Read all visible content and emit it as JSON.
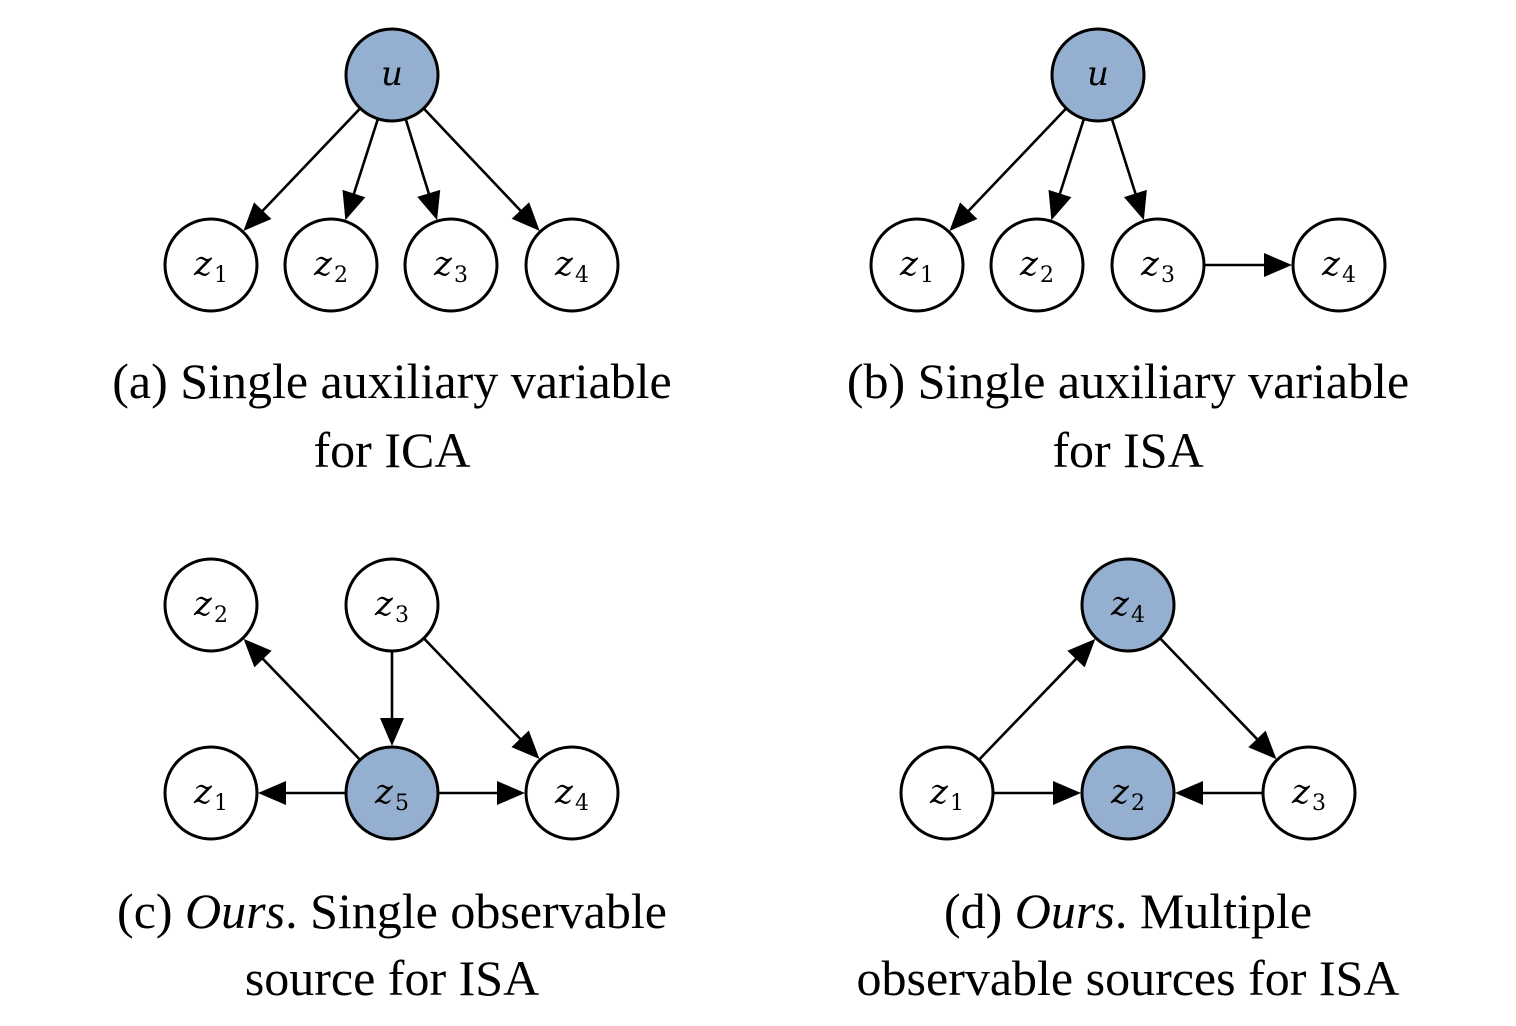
{
  "colors": {
    "observed_fill": "#94afcf",
    "latent_fill": "#ffffff",
    "stroke": "#000000"
  },
  "panels": [
    {
      "id": "a",
      "nodes": [
        {
          "id": "u",
          "var": "u",
          "sub": "",
          "observed": true
        },
        {
          "id": "z1",
          "var": "z",
          "sub": "1",
          "observed": false
        },
        {
          "id": "z2",
          "var": "z",
          "sub": "2",
          "observed": false
        },
        {
          "id": "z3",
          "var": "z",
          "sub": "3",
          "observed": false
        },
        {
          "id": "z4",
          "var": "z",
          "sub": "4",
          "observed": false
        }
      ],
      "edges": [
        [
          "u",
          "z1"
        ],
        [
          "u",
          "z2"
        ],
        [
          "u",
          "z3"
        ],
        [
          "u",
          "z4"
        ]
      ],
      "caption": [
        [
          {
            "text": "(a) Single auxiliary variable",
            "em": false
          }
        ],
        [
          {
            "text": "for ICA",
            "em": false
          }
        ]
      ]
    },
    {
      "id": "b",
      "nodes": [
        {
          "id": "u",
          "var": "u",
          "sub": "",
          "observed": true
        },
        {
          "id": "z1",
          "var": "z",
          "sub": "1",
          "observed": false
        },
        {
          "id": "z2",
          "var": "z",
          "sub": "2",
          "observed": false
        },
        {
          "id": "z3",
          "var": "z",
          "sub": "3",
          "observed": false
        },
        {
          "id": "z4",
          "var": "z",
          "sub": "4",
          "observed": false
        }
      ],
      "edges": [
        [
          "u",
          "z1"
        ],
        [
          "u",
          "z2"
        ],
        [
          "u",
          "z3"
        ],
        [
          "z3",
          "z4"
        ]
      ],
      "caption": [
        [
          {
            "text": "(b) Single auxiliary variable",
            "em": false
          }
        ],
        [
          {
            "text": "for ISA",
            "em": false
          }
        ]
      ]
    },
    {
      "id": "c",
      "nodes": [
        {
          "id": "z2",
          "var": "z",
          "sub": "2",
          "observed": false
        },
        {
          "id": "z3",
          "var": "z",
          "sub": "3",
          "observed": false
        },
        {
          "id": "z1",
          "var": "z",
          "sub": "1",
          "observed": false
        },
        {
          "id": "z5",
          "var": "z",
          "sub": "5",
          "observed": true
        },
        {
          "id": "z4",
          "var": "z",
          "sub": "4",
          "observed": false
        }
      ],
      "edges": [
        [
          "z5",
          "z2"
        ],
        [
          "z3",
          "z5"
        ],
        [
          "z3",
          "z4"
        ],
        [
          "z5",
          "z1"
        ],
        [
          "z5",
          "z4"
        ]
      ],
      "caption": [
        [
          {
            "text": "(c) ",
            "em": false
          },
          {
            "text": "Ours",
            "em": true
          },
          {
            "text": ". Single observable",
            "em": false
          }
        ],
        [
          {
            "text": "source for ISA",
            "em": false
          }
        ]
      ]
    },
    {
      "id": "d",
      "nodes": [
        {
          "id": "z4",
          "var": "z",
          "sub": "4",
          "observed": true
        },
        {
          "id": "z1",
          "var": "z",
          "sub": "1",
          "observed": false
        },
        {
          "id": "z2",
          "var": "z",
          "sub": "2",
          "observed": true
        },
        {
          "id": "z3",
          "var": "z",
          "sub": "3",
          "observed": false
        }
      ],
      "edges": [
        [
          "z1",
          "z4"
        ],
        [
          "z4",
          "z3"
        ],
        [
          "z1",
          "z2"
        ],
        [
          "z3",
          "z2"
        ]
      ],
      "caption": [
        [
          {
            "text": "(d) ",
            "em": false
          },
          {
            "text": "Ours",
            "em": true
          },
          {
            "text": ".  Multiple",
            "em": false
          }
        ],
        [
          {
            "text": "observable sources for ISA",
            "em": false
          }
        ]
      ]
    }
  ]
}
